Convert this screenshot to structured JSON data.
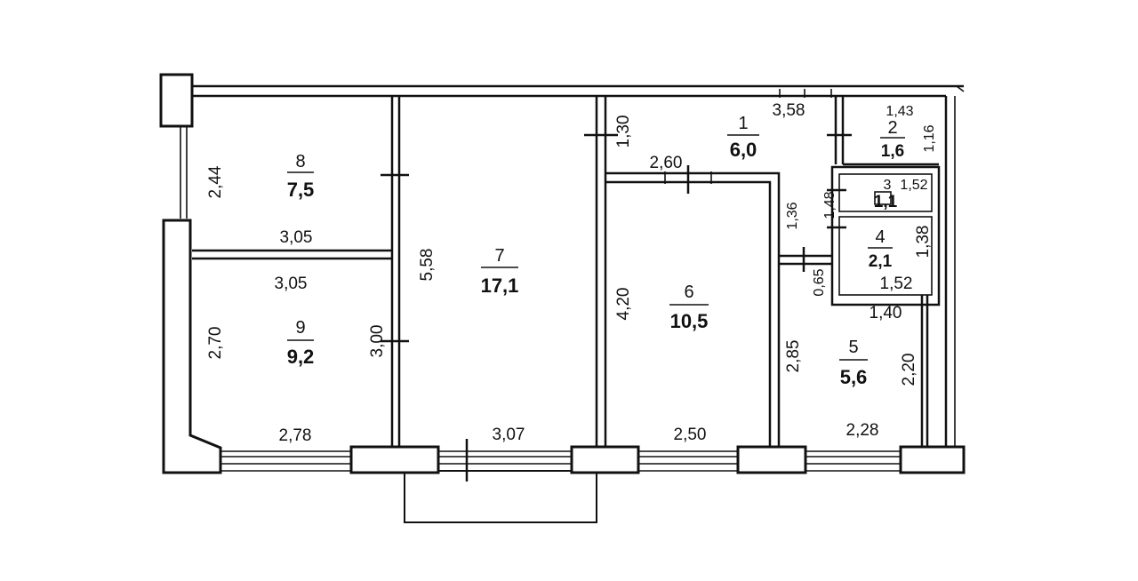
{
  "rooms": {
    "r1": {
      "number": "1",
      "area": "6,0"
    },
    "r2": {
      "number": "2",
      "area": "1,6"
    },
    "r3": {
      "number": "3",
      "area": "1,1"
    },
    "r4": {
      "number": "4",
      "area": "2,1"
    },
    "r5": {
      "number": "5",
      "area": "5,6"
    },
    "r6": {
      "number": "6",
      "area": "10,5"
    },
    "r7": {
      "number": "7",
      "area": "17,1"
    },
    "r8": {
      "number": "8",
      "area": "7,5"
    },
    "r9": {
      "number": "9",
      "area": "9,2"
    }
  },
  "dims": {
    "d244": "2,44",
    "d305a": "3,05",
    "d305b": "3,05",
    "d270": "2,70",
    "d278": "2,78",
    "d300": "3,00",
    "d558": "5,58",
    "d307": "3,07",
    "d130": "1,30",
    "d260": "2,60",
    "d420": "4,20",
    "d250": "2,50",
    "d358": "3,58",
    "d136": "1,36",
    "d065": "0,65",
    "d285": "2,85",
    "d228": "2,28",
    "d140": "1,40",
    "d220": "2,20",
    "d143": "1,43",
    "d116": "1,16",
    "d152a": "1,52",
    "d148": "1,48",
    "d138": "1,38",
    "d152b": "1,52"
  }
}
